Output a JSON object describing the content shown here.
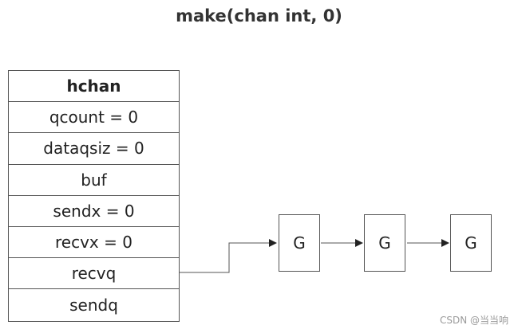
{
  "title": "make(chan int, 0)",
  "hchan": {
    "header": "hchan",
    "fields": [
      "qcount = 0",
      "dataqsiz = 0",
      "buf",
      "sendx = 0",
      "recvx = 0",
      "recvq",
      "sendq"
    ]
  },
  "queue": {
    "nodes": [
      "G",
      "G",
      "G"
    ]
  },
  "watermark": "CSDN @当当响",
  "colors": {
    "line": "#555555",
    "arrow": "#222222"
  }
}
